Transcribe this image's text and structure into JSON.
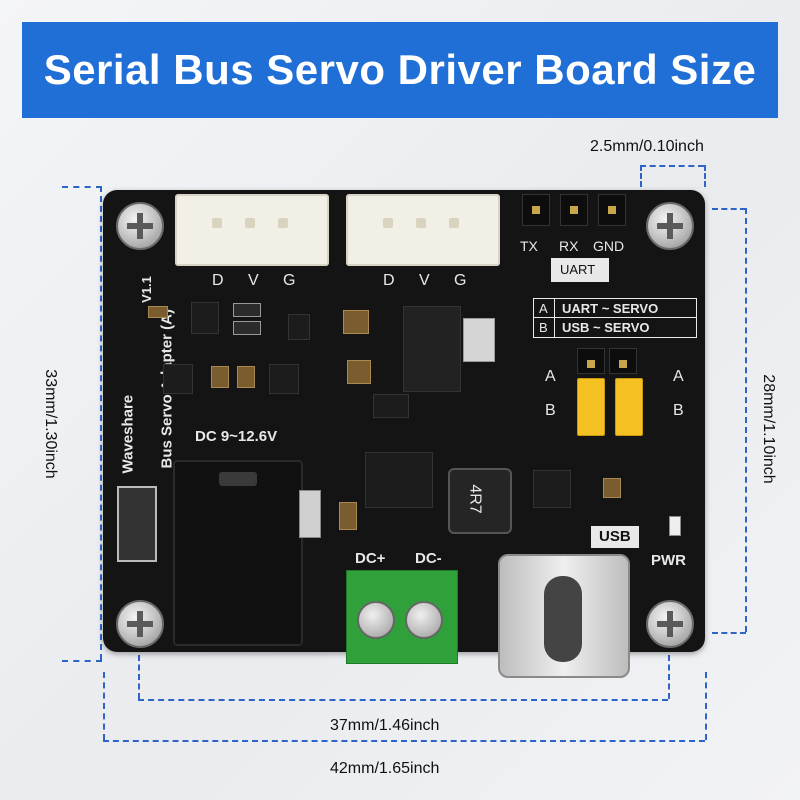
{
  "title": "Serial Bus Servo Driver Board Size",
  "dimensions": {
    "pin_pitch": "2.5mm/0.10inch",
    "hole_height": "28mm/1.10inch",
    "board_height": "33mm/1.30inch",
    "hole_width": "37mm/1.46inch",
    "board_width": "42mm/1.65inch"
  },
  "board": {
    "servo_port_1_pins": [
      "D",
      "V",
      "G"
    ],
    "servo_port_2_pins": [
      "D",
      "V",
      "G"
    ],
    "uart_pins": [
      "TX",
      "RX",
      "GND"
    ],
    "uart_label": "UART",
    "mode_a_key": "A",
    "mode_a_text": "UART ~ SERVO",
    "mode_b_key": "B",
    "mode_b_text": "USB ~ SERVO",
    "name_line1": "Bus Servo Adapter (A)",
    "name_version": "V1.1",
    "name_line2": "Waveshare",
    "dc_label": "DC 9~12.6V",
    "jumper_left_a": "A",
    "jumper_left_b": "B",
    "jumper_right_a": "A",
    "jumper_right_b": "B",
    "dc_plus": "DC+",
    "dc_minus": "DC-",
    "usb_label": "USB",
    "pwr_label": "PWR",
    "inductor_marking": "4R7"
  }
}
